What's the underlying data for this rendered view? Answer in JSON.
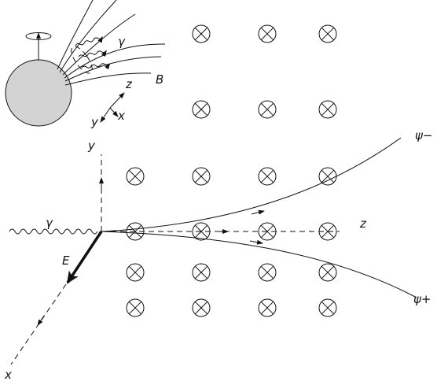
{
  "labels": {
    "gamma_top": "γ",
    "b_field": "B",
    "inset_z": "z",
    "inset_y": "y",
    "inset_x": "x",
    "axis_y": "y",
    "axis_z": "z",
    "axis_x": "x",
    "gamma_main": "γ",
    "e_field": "E",
    "psi_minus": "ψ−",
    "psi_plus": "ψ+"
  },
  "colors": {
    "ink": "#111111",
    "star_fill": "#d3d3d3"
  },
  "icons": {
    "field_into_page": "circle-cross-icon",
    "star": "star-icon",
    "rotation": "rotation-ellipse-icon"
  }
}
